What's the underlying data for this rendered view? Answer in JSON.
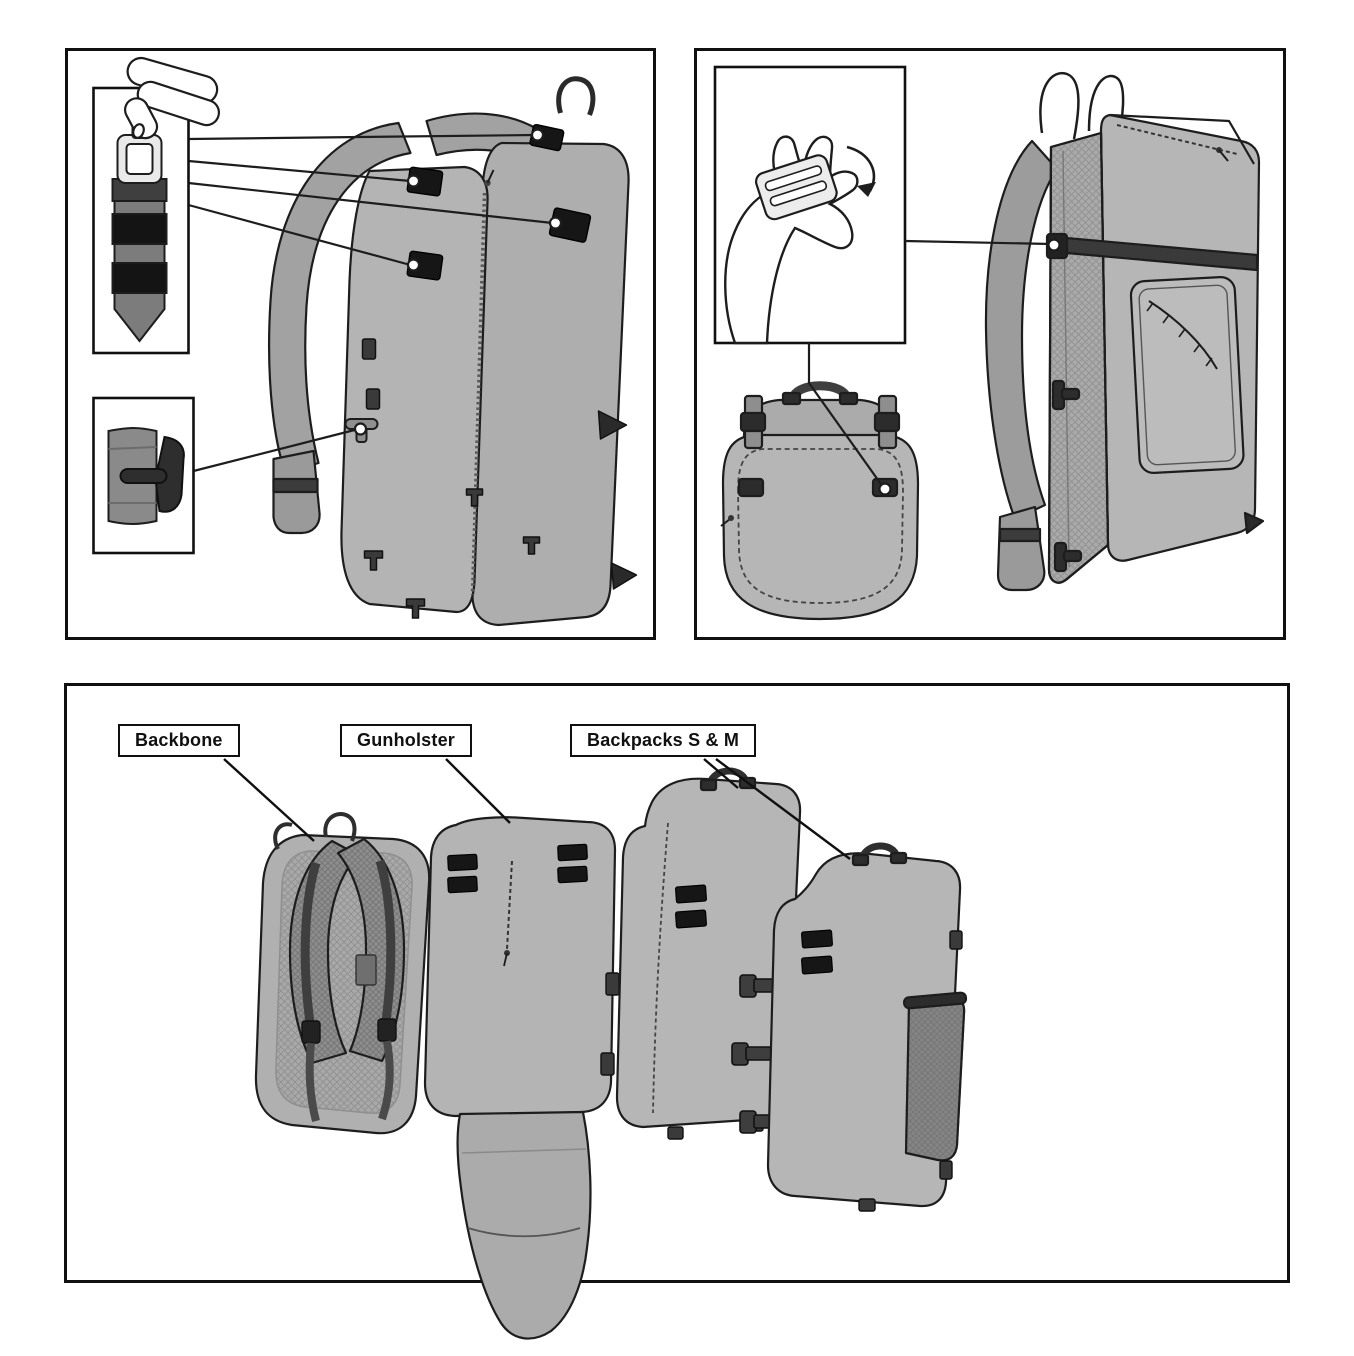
{
  "labels": {
    "backbone": "Backbone",
    "gunholster": "Gunholster",
    "backpacks_s_m": "Backpacks S & M"
  },
  "colors": {
    "outline": "#1d1d1d",
    "panel_border": "#101010",
    "gray_light": "#b6b6b6",
    "gray_mid": "#9c9c9c",
    "gray_dark": "#6f6f6f",
    "strap_dark": "#3a3a3a",
    "velcro_black": "#161616",
    "background": "#ffffff"
  }
}
